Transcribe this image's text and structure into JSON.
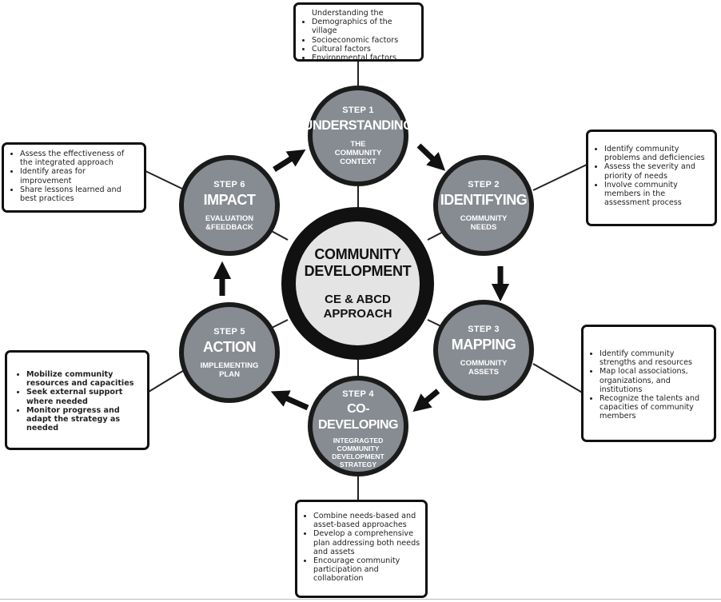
{
  "center": {
    "title": "COMMUNITY\nDEVELOPMENT",
    "subtitle": "CE & ABCD\nAPPROACH"
  },
  "steps": [
    {
      "num": "STEP 1",
      "title": "UNDERSTANDING",
      "sub": "THE COMMUNITY CONTEXT"
    },
    {
      "num": "STEP 2",
      "title": "IDENTIFYING",
      "sub": "COMMUNITY NEEDS"
    },
    {
      "num": "STEP 3",
      "title": "MAPPING",
      "sub": "COMMUNITY ASSETS"
    },
    {
      "num": "STEP 4",
      "title": "CO-DEVELOPING",
      "sub": "INTEGRAGTED COMMUNITY DEVELOPMENT STRATEGY"
    },
    {
      "num": "STEP 5",
      "title": "ACTION",
      "sub": "IMPLEMENTING PLAN"
    },
    {
      "num": "STEP 6",
      "title": "IMPACT",
      "sub": "EVALUATION &FEEDBACK"
    }
  ],
  "boxes": {
    "step1": {
      "intro": "Understanding the",
      "items": [
        "Demographics of the village",
        "Socioeconomic factors",
        "Cultural factors",
        "Environmental factors"
      ]
    },
    "step2": {
      "items": [
        "Identify community problems and deficiencies",
        "Assess the severity and priority of needs",
        "Involve community members in the assessment process"
      ]
    },
    "step3": {
      "items": [
        "Identify community strengths and resources",
        "Map local associations, organizations, and institutions",
        "Recognize the talents and capacities of community members"
      ]
    },
    "step4": {
      "items": [
        "Combine needs-based and asset-based approaches",
        "Develop a comprehensive plan addressing both needs and assets",
        "Encourage community participation and collaboration"
      ]
    },
    "step5": {
      "items": [
        "Mobilize community resources and capacities",
        "Seek external support where needed",
        "Monitor progress and adapt the strategy as needed"
      ]
    },
    "step6": {
      "items": [
        "Assess the effectiveness of the integrated approach",
        "Identify areas for improvement",
        "Share lessons learned and best practices"
      ]
    }
  },
  "colors": {
    "step_fill": "#878c92",
    "ring": "#1b1b1b",
    "center_fill": "#e4e4e4"
  }
}
